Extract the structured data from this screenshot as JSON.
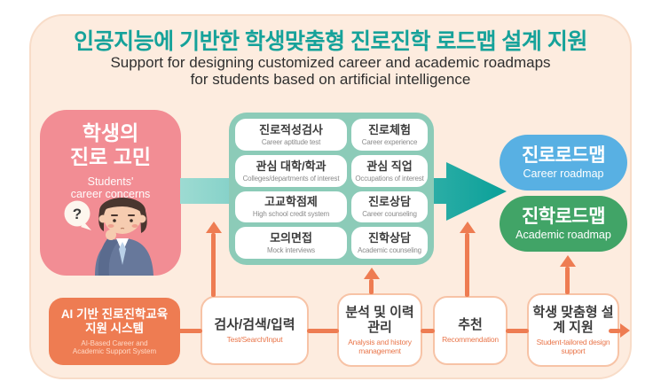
{
  "colors": {
    "canvas": "#ffffff",
    "card_bg": "#fdecdf",
    "card_border": "#f8dcc8",
    "title_teal": "#16a29a",
    "subtitle_text": "#2f2f2f",
    "student_box_pink": "#f28d94",
    "services_box_mint": "#8ccbb8",
    "flow_arrow_light": "#9ddbd2",
    "flow_arrow_dark": "#0aa099",
    "career_roadmap_blue": "#58b0e3",
    "academic_roadmap_green": "#41a467",
    "system_orange": "#ee7c52",
    "step_border": "#f7c3a6",
    "step_en_text": "#e9764b"
  },
  "header": {
    "title_ko": "인공지능에 기반한 학생맞춤형 진로진학 로드맵 설계 지원",
    "title_en_line1": "Support for designing customized career and academic roadmaps",
    "title_en_line2": "for students based on artificial intelligence"
  },
  "student_box": {
    "ko_line1": "학생의",
    "ko_line2": "진로 고민",
    "en_line1": "Students'",
    "en_line2": "career concerns",
    "bubble_text": "?"
  },
  "services": {
    "items": [
      {
        "ko": "진로적성검사",
        "en": "Career aptitude test"
      },
      {
        "ko": "진로체험",
        "en": "Career experience"
      },
      {
        "ko": "관심 대학/학과",
        "en": "Colleges/departments of interest"
      },
      {
        "ko": "관심 직업",
        "en": "Occupations of interest"
      },
      {
        "ko": "고교학점제",
        "en": "High school credit system"
      },
      {
        "ko": "진로상담",
        "en": "Career counseling"
      },
      {
        "ko": "모의면접",
        "en": "Mock interviews"
      },
      {
        "ko": "진학상담",
        "en": "Academic counseling"
      }
    ]
  },
  "outputs": {
    "career": {
      "ko": "진로로드맵",
      "en": "Career roadmap"
    },
    "academic": {
      "ko": "진학로드맵",
      "en": "Academic roadmap"
    }
  },
  "system_box": {
    "ko_line1": "AI 기반 진로진학교육",
    "ko_line2": "지원 시스템",
    "en_line1": "AI-Based Career and",
    "en_line2": "Academic Support System"
  },
  "process": {
    "steps": [
      {
        "ko": "검사/검색/입력",
        "en": "Test/Search/Input"
      },
      {
        "ko": "분석 및 이력관리",
        "en": "Analysis and history management"
      },
      {
        "ko": "추천",
        "en": "Recommendation"
      },
      {
        "ko": "학생 맞춤형 설계 지원",
        "en": "Student-tailored design support"
      }
    ]
  }
}
